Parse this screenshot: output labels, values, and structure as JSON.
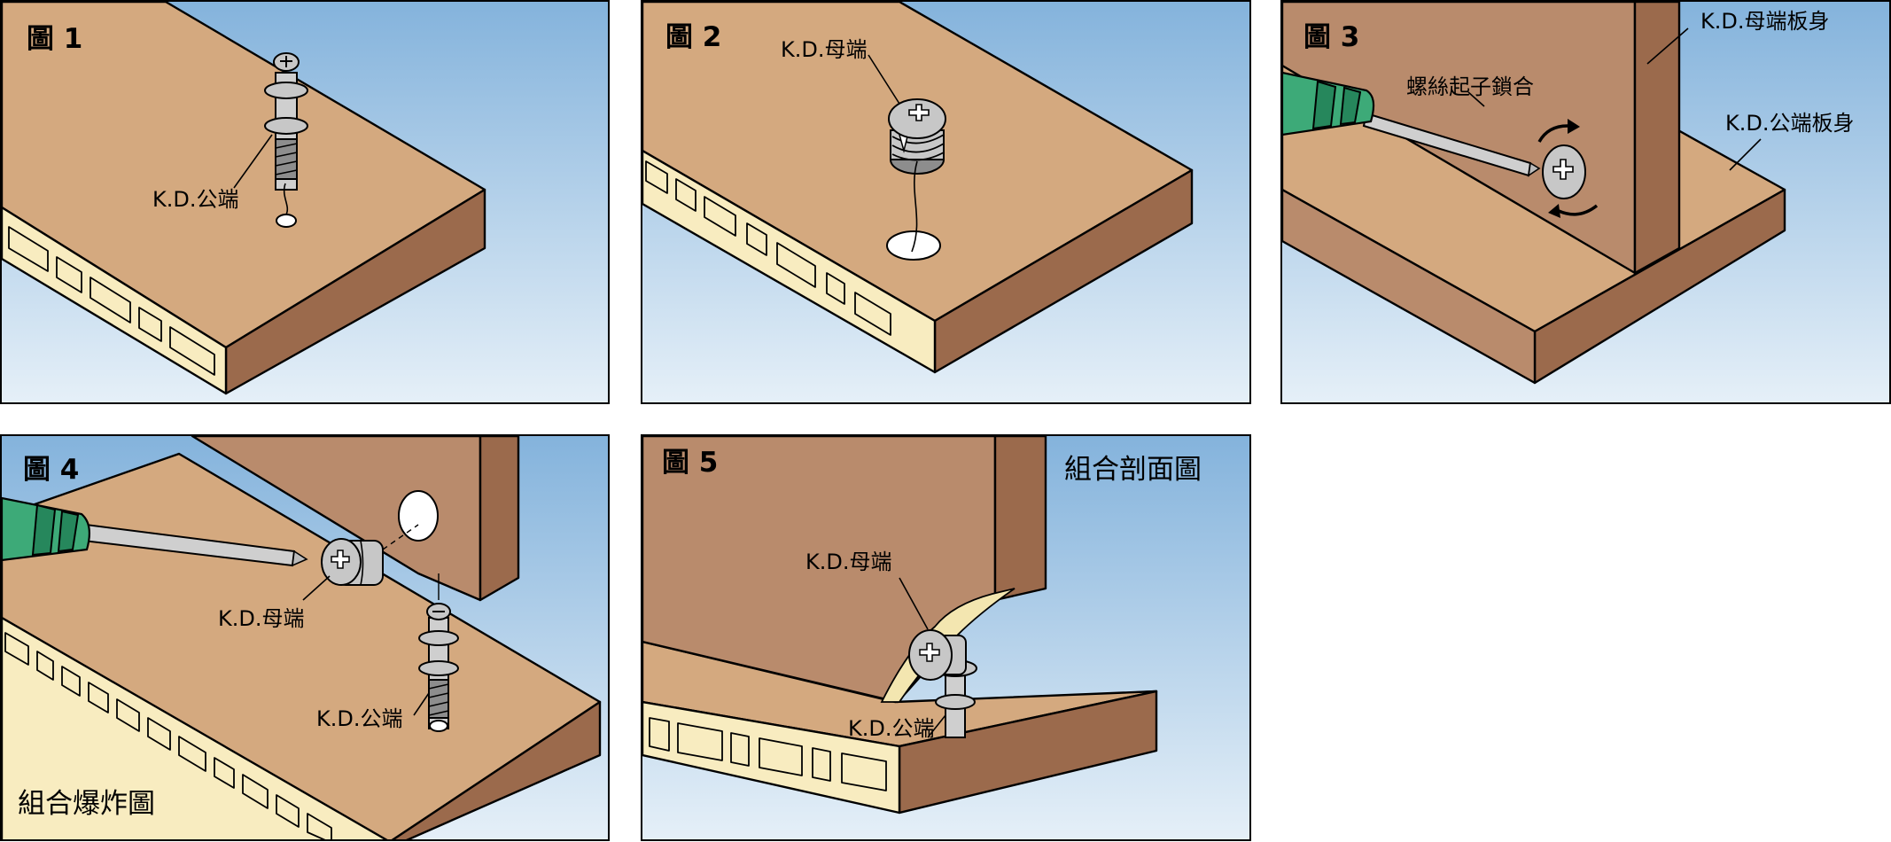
{
  "figures": [
    {
      "id": "fig1",
      "title": "圖 1",
      "labels": [
        "K.D.公端"
      ]
    },
    {
      "id": "fig2",
      "title": "圖 2",
      "labels": [
        "K.D.母端"
      ]
    },
    {
      "id": "fig3",
      "title": "圖 3",
      "labels": [
        "K.D.母端板身",
        "螺絲起子鎖合",
        "K.D.公端板身"
      ]
    },
    {
      "id": "fig4",
      "title": "圖 4",
      "labels": [
        "K.D.母端",
        "K.D.公端"
      ],
      "caption": "組合爆炸圖"
    },
    {
      "id": "fig5",
      "title": "圖 5",
      "labels": [
        "K.D.母端",
        "K.D.公端"
      ],
      "caption": "組合剖面圖"
    }
  ],
  "colors": {
    "sky_top": "#84b3dc",
    "sky_bottom": "#e6f0f8",
    "board_top": "#d4a97f",
    "board_side": "#9b6a4c",
    "board_edge": "#f8ecc0",
    "wall_face": "#b98b6c",
    "handle": "#3daa78",
    "metal": "#c7c7c7"
  }
}
